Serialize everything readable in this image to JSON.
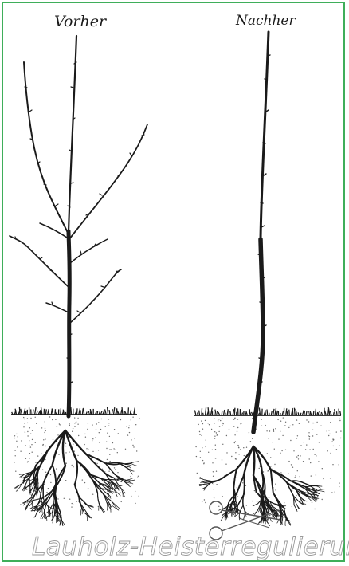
{
  "labels": {
    "before": "Vorher",
    "after": "Nachher",
    "caption": "Lauholz-Heisterregulierung"
  },
  "colors": {
    "frame": "#3fae5a",
    "ink": "#1a1a1a",
    "soil_dots": "#6a6a6a",
    "caption_outline": "#9a9a9a"
  },
  "icons": {
    "pruning_shears": "scissors-icon"
  }
}
